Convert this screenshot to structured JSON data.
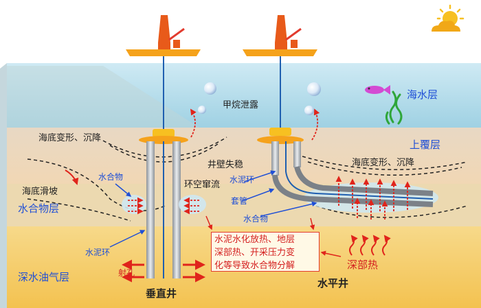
{
  "layers": {
    "sea": "海水层",
    "overburden": "上覆层",
    "hydrate_layer": "水合物层",
    "oil_gas": "深水油气层"
  },
  "hazards": {
    "methane_leak": "甲烷泄露",
    "seabed_deform_left": "海底变形、沉降",
    "seabed_deform_right": "海底变形、沉降",
    "wellbore_instability": "井壁失稳",
    "annulus_channeling": "环空窜流",
    "landslide": "海底滑坡"
  },
  "components": {
    "hydrate_left": "水合物",
    "cement_ring_right": "水泥环",
    "casing": "套管",
    "hydrate_right": "水合物",
    "cement_ring_left": "水泥环",
    "perforation": "射孔"
  },
  "cause_box": {
    "lines": [
      "水泥水化放热、地层",
      "深部热、开采压力变",
      "化等导致水合物分解"
    ]
  },
  "deep_heat": "深部热",
  "wells": {
    "vertical": "垂直井",
    "horizontal": "水平井"
  },
  "colors": {
    "sea_top": "#a9dbe9",
    "overburden": "#f2dcc1",
    "hydrate_band": "#efd8a0",
    "oil_gas": "#f6c85c",
    "platform": "#f5a21b",
    "tower": "#e85a1a",
    "red_arrow": "#e0241b",
    "blue_text": "#1f4fd6"
  }
}
